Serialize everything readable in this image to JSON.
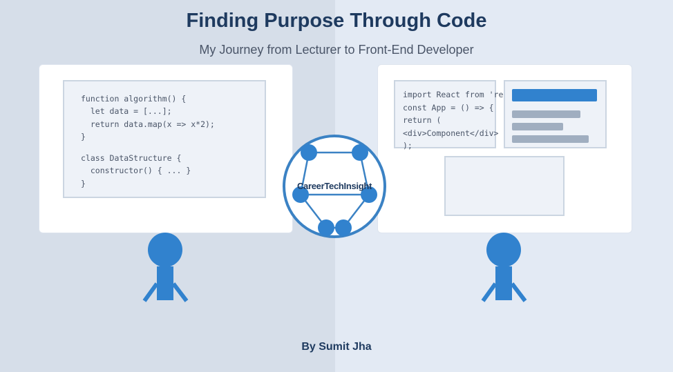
{
  "header": {
    "title": "Finding Purpose Through Code",
    "subtitle": "My Journey from Lecturer to Front-End Developer"
  },
  "left_panel": {
    "code_block_1": "function algorithm() {\n  let data = [...];\n  return data.map(x => x*2);\n}",
    "code_block_2": "class DataStructure {\n  constructor() { ... }\n}"
  },
  "right_panel": {
    "code_block": "import React from 'react';\nconst App = () => {\nreturn (\n<div>Component</div>\n);"
  },
  "logo": {
    "text": "CareerTechInsight"
  },
  "footer": {
    "byline": "By Sumit Jha"
  },
  "colors": {
    "accent": "#3182ce",
    "title": "#1e3a5f",
    "bg_left": "#d6dee9",
    "bg_right": "#e3eaf4",
    "placeholder_bar": "#a0aec0"
  }
}
